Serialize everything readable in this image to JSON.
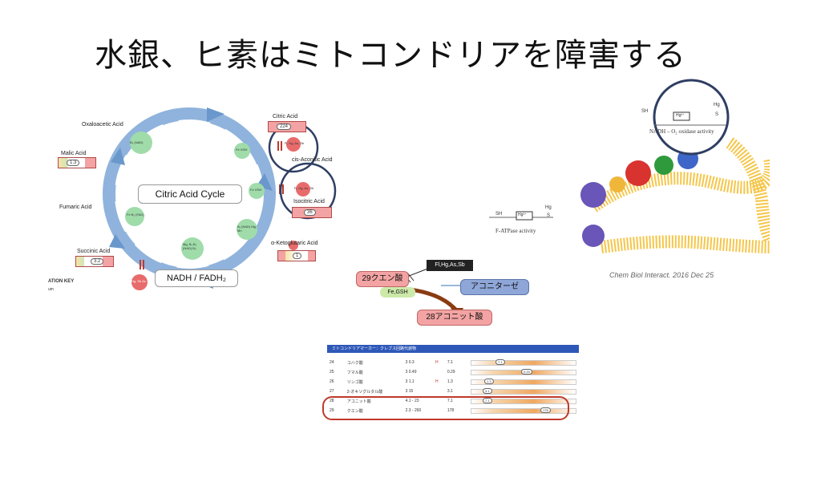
{
  "slide": {
    "title": "水銀、ヒ素はミトコンドリアを障害する"
  },
  "citric_cycle": {
    "center_label": "Citric Acid Cycle",
    "bottom_label": "NADH / FADH₂",
    "oxaloacetic": "Oxaloacetic Acid",
    "malic": "Malic Acid",
    "malic_value": "1.3",
    "fumaric": "Fumaric Acid",
    "succinic": "Succinic Acid",
    "succinic_value": "3.2",
    "citric": "Citric Acid",
    "citric_value": "224",
    "cis_aconitic": "cis-Aconitic Acid",
    "isocitric": "Isocitric Acid",
    "isocitric_value": "36",
    "ketoglutaric": "α-Ketoglutaric Acid",
    "ketoglutaric_value": "1",
    "inhibitor_label": "Fl, Hg, As, Sb",
    "key_label": "ATION KEY",
    "key_sub": "um",
    "cofactors": {
      "b3_nad_top": "B₃ (NAD)",
      "fe_gsh_1": "Fe GSH",
      "fe_gsh_2": "Fe GSH",
      "b3_nad_right": "B₁ (NAD) Mg, Mn",
      "b2_fad": "Fe B₂ (FAD)",
      "mg_b": "Mg, B₁ B₂ (NAD) B₅",
      "hg_sb_as": "Hg, Sb As"
    }
  },
  "enzyme_figure": {
    "citric_acid": "29クエン酸",
    "cofactor": "Fe,GSH",
    "inhibitors": "Fl,Hg,As,Sb",
    "enzyme": "アコニターゼ",
    "aconitic_acid": "28アコニット酸"
  },
  "table": {
    "header": "ミトコンドリアマーカー：クレブス回路代謝物",
    "rows": [
      {
        "no": "24",
        "name": "コハク酸",
        "ref": "3  0.3",
        "flag": "H",
        "value": "7.1",
        "marker": "7.1"
      },
      {
        "no": "25",
        "name": "フマル酸",
        "ref": "3  0.49",
        "flag": "",
        "value": "0.29",
        "marker": "0.29"
      },
      {
        "no": "26",
        "name": "リンゴ酸",
        "ref": "3  1.1",
        "flag": "H",
        "value": "1.3",
        "marker": "1.3"
      },
      {
        "no": "27",
        "name": "2-オキソグルタル酸",
        "ref": "3  15",
        "flag": "",
        "value": "3.1",
        "marker": "3.1"
      },
      {
        "no": "28",
        "name": "アコニット酸",
        "ref": "4.1  -  23",
        "flag": "",
        "value": "7.1",
        "marker": "7.1"
      },
      {
        "no": "29",
        "name": "クエン酸",
        "ref": "2.3  -  260",
        "flag": "",
        "value": "178",
        "marker": "178"
      }
    ]
  },
  "atpase_figure": {
    "sh1": "SH",
    "hg1": "Hg",
    "s1": "S",
    "sh2": "SH",
    "hg2": "Hg²⁺",
    "s2": "S",
    "hg3": "Hg",
    "hg4": "Hg²⁺",
    "f_atpase": "F-ATPase activity",
    "nadh_oxidase": "NADH – O₂ oxidase activity",
    "citation": "Chem Biol Interact. 2016 Dec 25"
  },
  "colors": {
    "cycle_blue": "#8fb3dc",
    "pink": "#f3a3a3",
    "green": "#9fdcaa",
    "red_circle": "#c0392b"
  }
}
